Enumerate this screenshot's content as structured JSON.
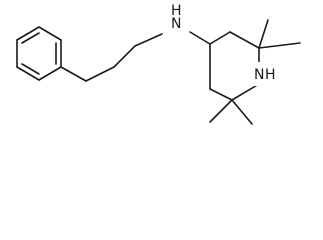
{
  "molecule": {
    "atoms": {
      "amine_n": {
        "symbol": "N",
        "label": "H"
      },
      "ring_n": {
        "symbol": "N",
        "label": "H"
      }
    }
  }
}
